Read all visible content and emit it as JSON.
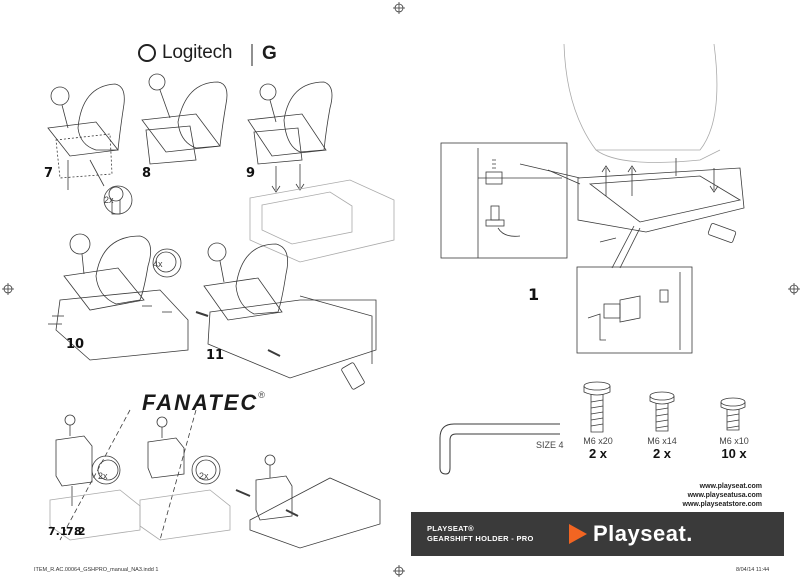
{
  "logitech": {
    "brand": "Logitech",
    "g_mark": "G"
  },
  "fanatec": {
    "brand": "FANATEC",
    "reg": "®"
  },
  "steps": {
    "s7": "7",
    "s8": "8",
    "s9": "9",
    "s10": "10",
    "s11": "11",
    "s71": "7.1",
    "s72": "7.2",
    "s8b": "8",
    "s1": "1"
  },
  "callouts": {
    "x2a": "2x",
    "x4": "4x",
    "x2b": "2x",
    "x2c": "2x"
  },
  "hardware": {
    "hex_key_size": "SIZE 4",
    "bolts": [
      {
        "spec": "M6 x20",
        "qty": "2 x"
      },
      {
        "spec": "M6 x14",
        "qty": "2 x"
      },
      {
        "spec": "M6 x10",
        "qty": "10 x"
      }
    ]
  },
  "urls": [
    "www.playseat.com",
    "www.playseatusa.com",
    "www.playseatstore.com"
  ],
  "product": {
    "line1": "PLAYSEAT®",
    "line2": "GEARSHIFT HOLDER - PRO"
  },
  "playseat_logo": "Playseat.",
  "footer": {
    "left": "ITEM_R.AC.00064_GSHPRO_manual_NA3.indd   1",
    "right": "8/04/14   11:44"
  },
  "colors": {
    "band": "#3a3a3a",
    "logo_orange": "#f26522",
    "line": "#3b3b3b"
  }
}
